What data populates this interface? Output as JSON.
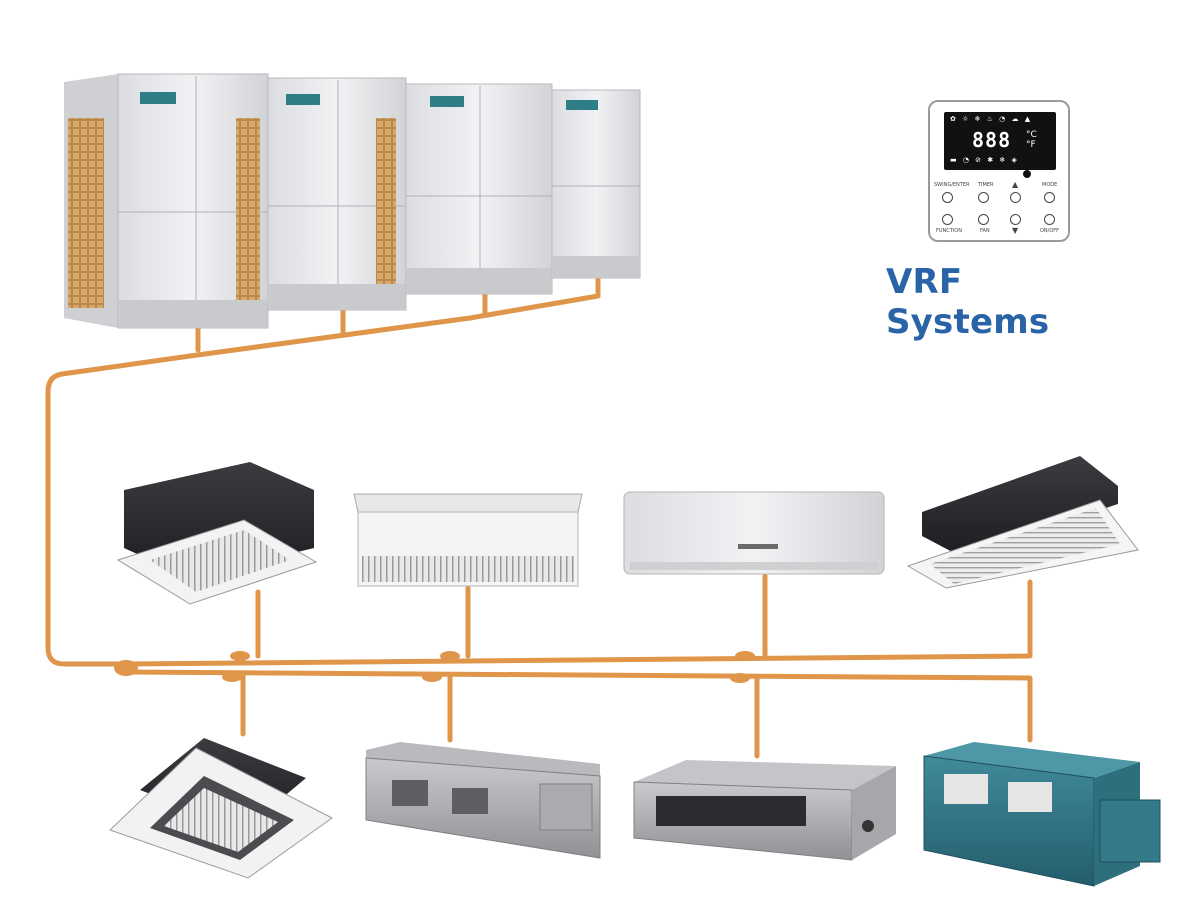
{
  "title": {
    "text": "VRF Systems",
    "color": "#2a64a8"
  },
  "colors": {
    "pipe": "#e0964a",
    "background": "#ffffff"
  },
  "remote": {
    "display": "888",
    "unit_c": "°C",
    "unit_f": "°F",
    "buttons_top": [
      "SWING/ENTER",
      "TIMER",
      "▲",
      "MODE"
    ],
    "buttons_bottom": [
      "FUNCTION",
      "FAN",
      "▼",
      "ON/OFF"
    ]
  },
  "outdoor_units": [
    {
      "name": "outdoor-unit-1"
    },
    {
      "name": "outdoor-unit-2"
    },
    {
      "name": "outdoor-unit-3"
    },
    {
      "name": "outdoor-unit-4"
    }
  ],
  "indoor_units_upper": [
    {
      "name": "four-way-cassette-unit"
    },
    {
      "name": "ceiling-floor-unit"
    },
    {
      "name": "wall-mounted-unit"
    },
    {
      "name": "one-way-cassette-unit"
    }
  ],
  "indoor_units_lower": [
    {
      "name": "compact-cassette-unit"
    },
    {
      "name": "high-static-duct-unit"
    },
    {
      "name": "slim-duct-unit"
    },
    {
      "name": "large-duct-unit"
    }
  ]
}
